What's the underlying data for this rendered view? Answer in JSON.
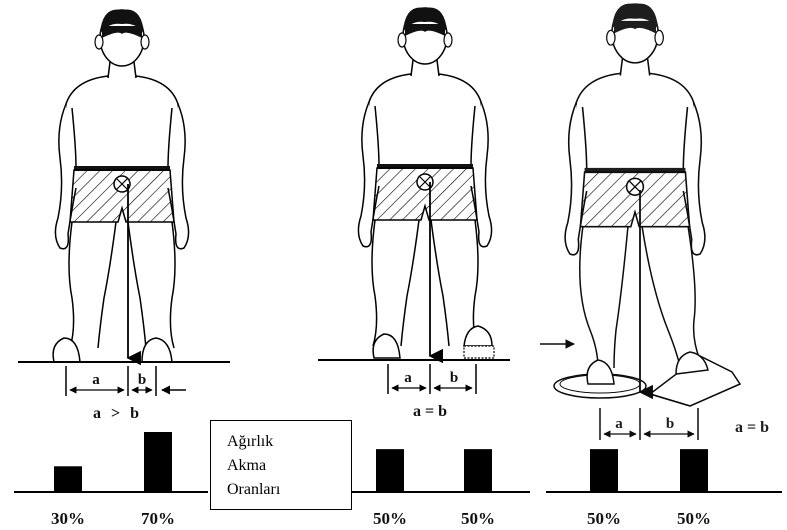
{
  "panels": [
    {
      "relation": "a > b",
      "seg_a": "a",
      "seg_b": "b",
      "bars": [
        {
          "label": "30%",
          "value": 30
        },
        {
          "label": "70%",
          "value": 70
        }
      ]
    },
    {
      "relation": "a = b",
      "seg_a": "a",
      "seg_b": "b",
      "bars": [
        {
          "label": "50%",
          "value": 50
        },
        {
          "label": "50%",
          "value": 50
        }
      ]
    },
    {
      "relation": "a = b",
      "seg_a": "a",
      "seg_b": "b",
      "bars": [
        {
          "label": "50%",
          "value": 50
        },
        {
          "label": "50%",
          "value": 50
        }
      ]
    }
  ],
  "legend": {
    "line1": "Ağırlık",
    "line2": "Akma",
    "line3": "Oranları"
  }
}
